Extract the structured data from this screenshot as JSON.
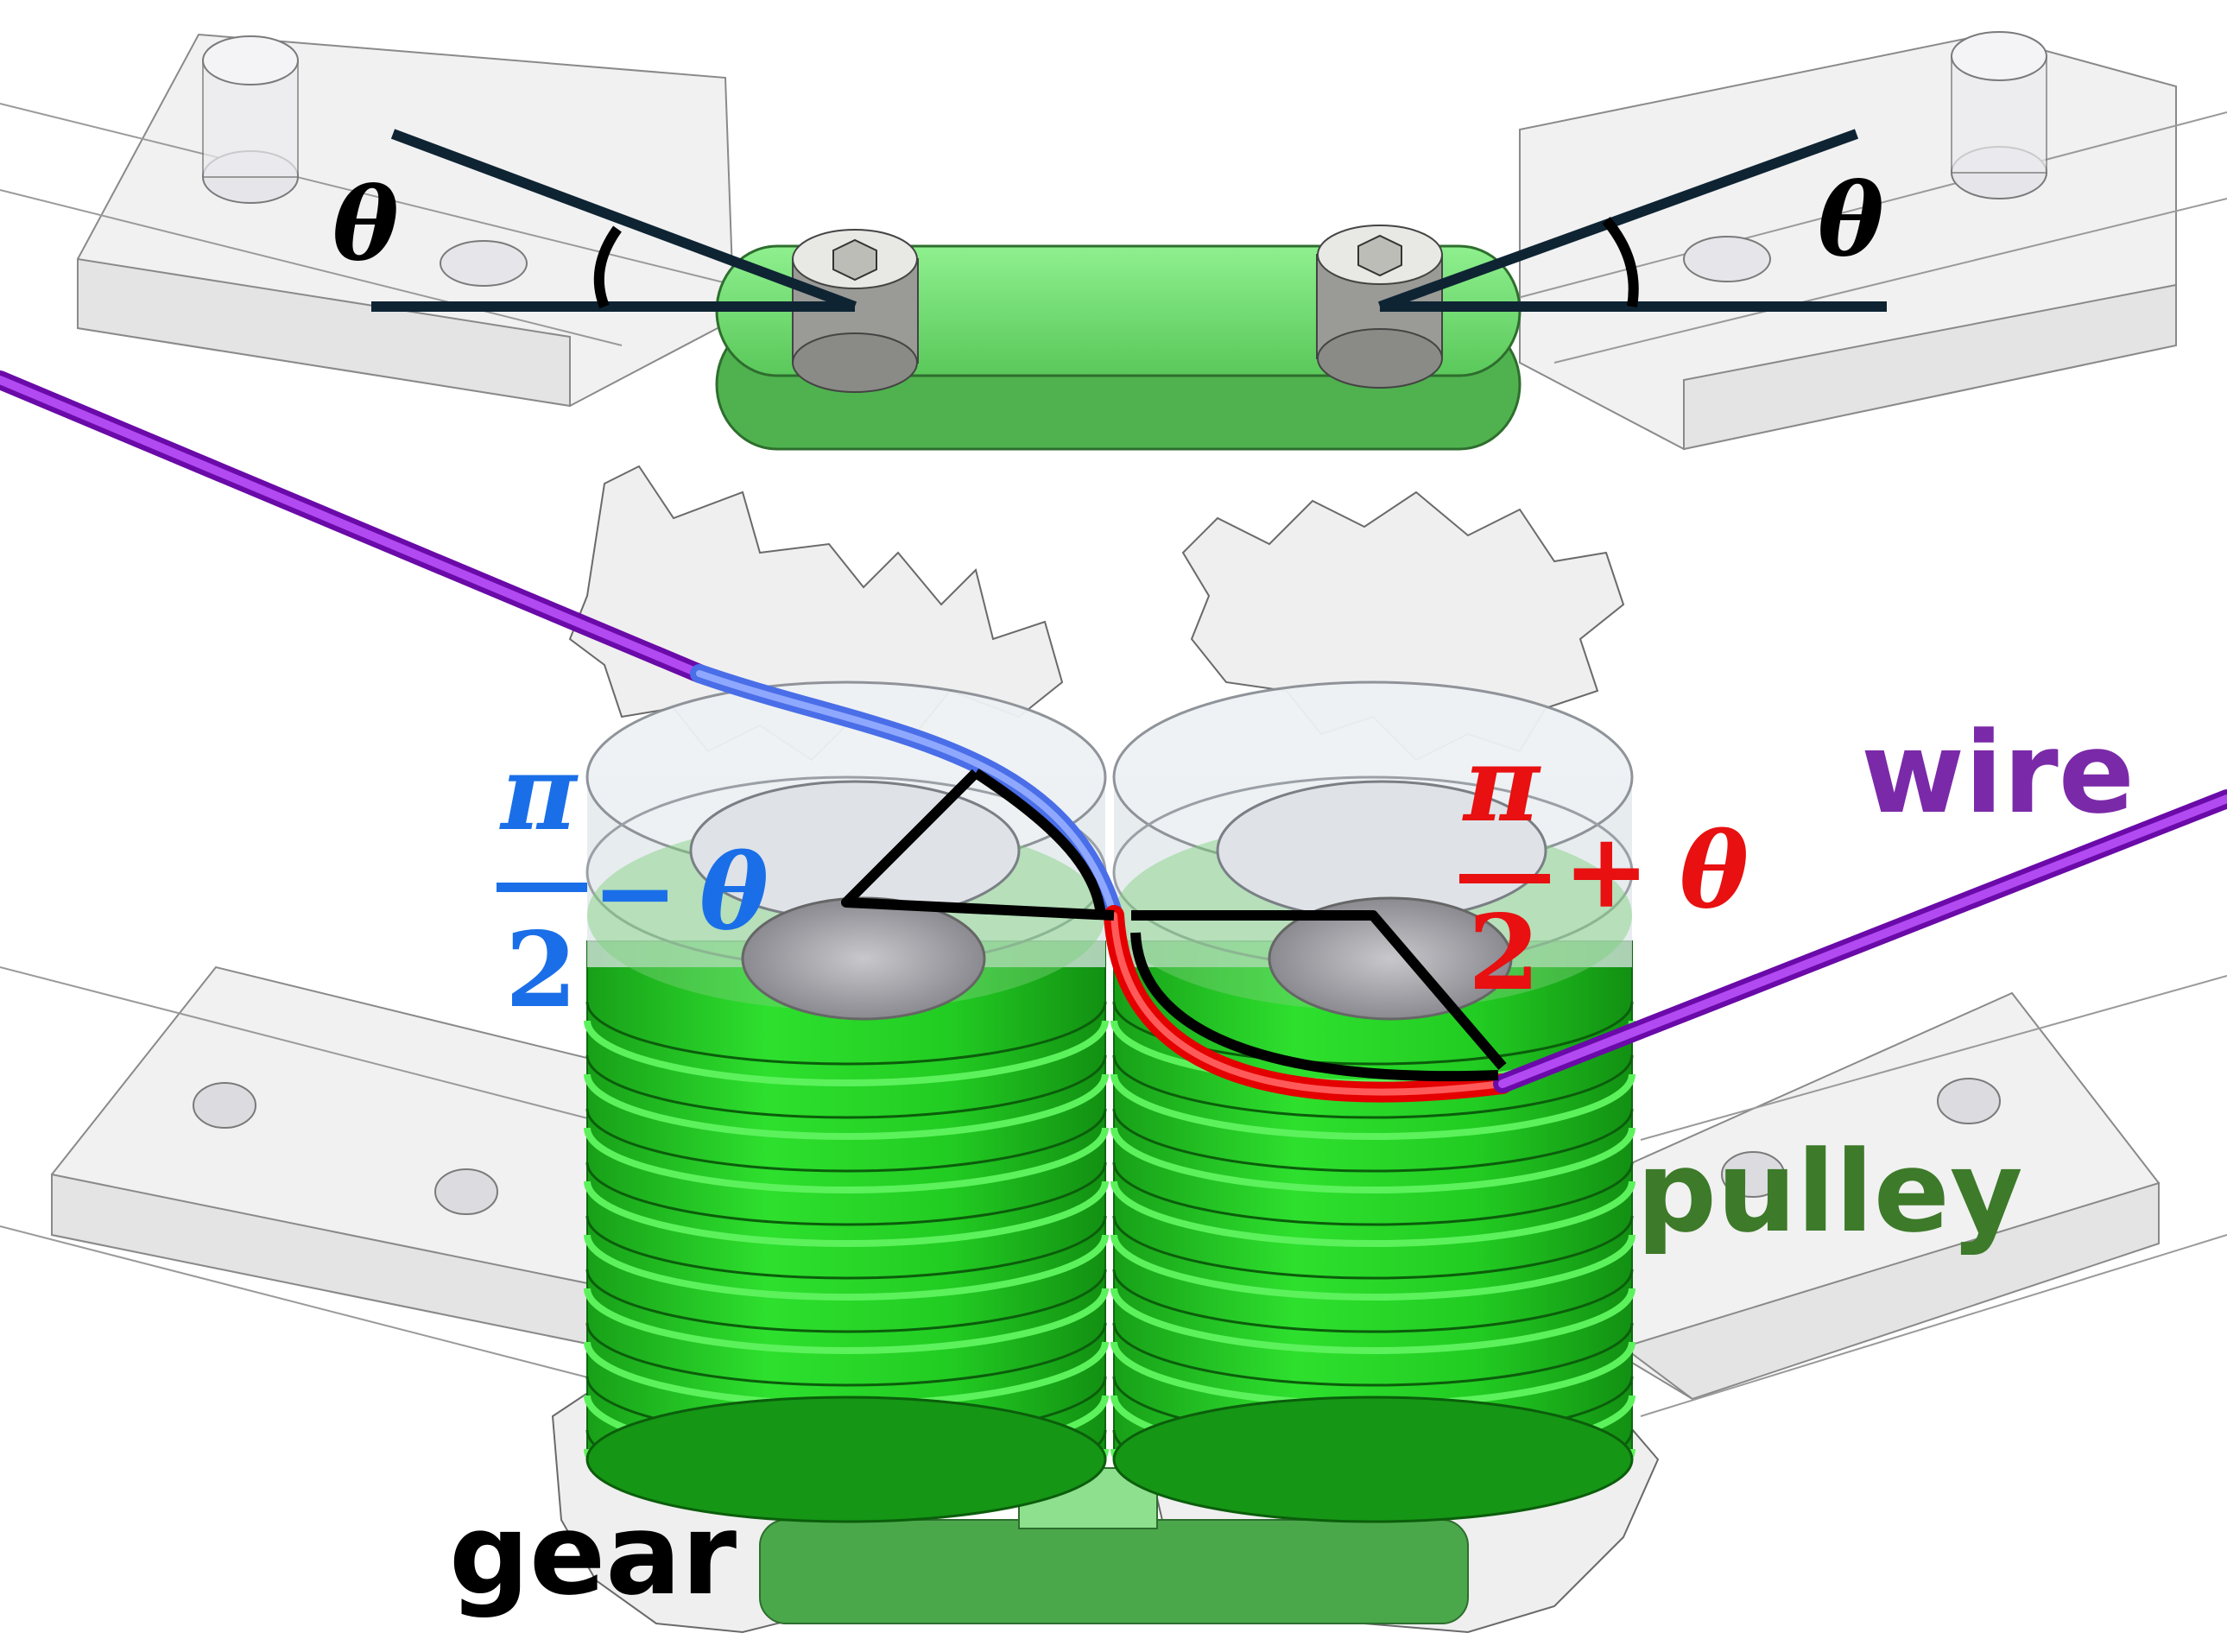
{
  "labels": {
    "wire": "wire",
    "pulley": "pulley",
    "gear": "gear",
    "theta_left": "θ",
    "theta_right": "θ"
  },
  "formula_left": {
    "numerator": "π",
    "denominator": "2",
    "operator": "−",
    "variable": "θ"
  },
  "formula_right": {
    "numerator": "π",
    "denominator": "2",
    "operator": "+",
    "variable": "θ"
  },
  "colors": {
    "wire": "#8a1fd6",
    "wire_label": "#7a2aa8",
    "pulley_label": "#3d7a2a",
    "pulley_green": "#22d022",
    "pulley_dark": "#179a17",
    "plate_green": "#7ee07e",
    "formula_left": "#1a6fe8",
    "formula_right": "#e81010",
    "arc_blue": "#5a7ff0",
    "arc_red": "#e81010",
    "theta_lines": "#0e2433",
    "gray_part": "#ededed",
    "outline": "#555555"
  }
}
